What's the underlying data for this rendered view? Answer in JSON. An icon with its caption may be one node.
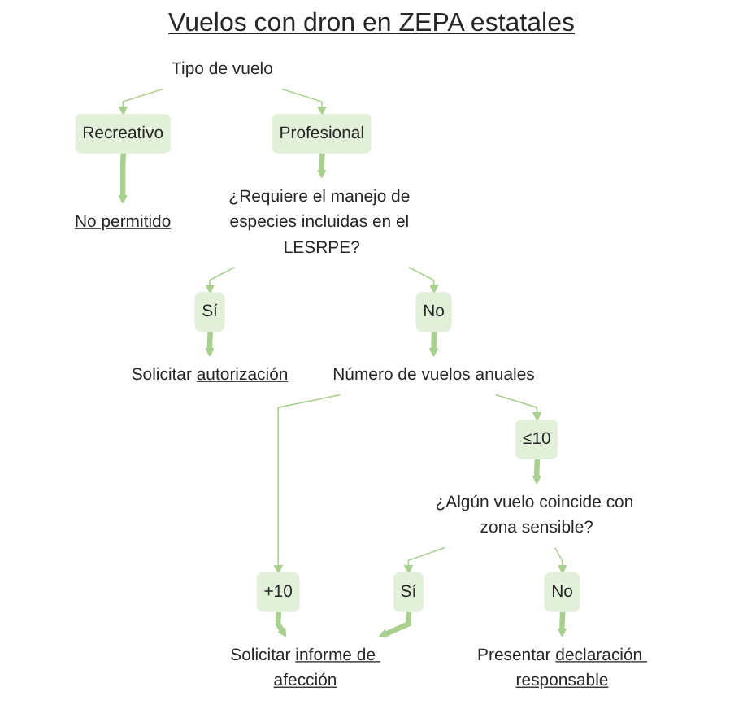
{
  "diagram": {
    "title": "Vuelos con dron en ZEPA estatales",
    "nodes": [
      {
        "text": [
          "Tipo de vuelo"
        ]
      },
      {
        "text": [
          "Recreativo"
        ]
      },
      {
        "text": [
          "No permitido"
        ]
      },
      {
        "text": [
          "Profesional"
        ]
      },
      {
        "text": [
          "¿Requiere el manejo de especies incluidas en el LESRPE?"
        ]
      },
      {
        "text": [
          "No"
        ]
      },
      {
        "text": [
          "Sí"
        ]
      },
      {
        "text": [
          "Solicitar autorización"
        ]
      },
      {
        "text": [
          "Número de vuelos anuales"
        ]
      },
      {
        "text": [
          "≤10"
        ]
      },
      {
        "text": [
          "+10"
        ]
      },
      {
        "text": [
          "Solicitar informe de afección"
        ]
      },
      {
        "text": [
          "¿Algún vuelo coincide con zona sensible?"
        ]
      },
      {
        "text": [
          "Sí"
        ]
      },
      {
        "text": [
          "No"
        ]
      },
      {
        "text": [
          "Presentar declaración responsable"
        ]
      }
    ],
    "edges": [
      {
        "from": 0,
        "to": 1,
        "arrow": "to"
      },
      {
        "from": 0,
        "to": 3,
        "arrow": "to"
      },
      {
        "from": 1,
        "to": 2,
        "arrow": "to",
        "style": "thick"
      },
      {
        "from": 3,
        "to": 4,
        "arrow": "to",
        "style": "thick"
      },
      {
        "from": 4,
        "to": 5,
        "arrow": "to"
      },
      {
        "from": 4,
        "to": 6,
        "arrow": "to"
      },
      {
        "from": 6,
        "to": 7,
        "arrow": "to",
        "style": "thick"
      },
      {
        "from": 5,
        "to": 8,
        "arrow": "to",
        "style": "thick"
      },
      {
        "from": 8,
        "to": 9,
        "arrow": "to"
      },
      {
        "from": 8,
        "to": 10,
        "arrow": "to"
      },
      {
        "from": 10,
        "to": 11,
        "arrow": "to",
        "style": "thick"
      },
      {
        "from": 9,
        "to": 12,
        "arrow": "to",
        "style": "thick"
      },
      {
        "from": 12,
        "to": 13,
        "arrow": "to"
      },
      {
        "from": 12,
        "to": 14,
        "arrow": "to"
      },
      {
        "from": 13,
        "to": 11,
        "arrow": "to",
        "style": "thick"
      },
      {
        "from": 14,
        "to": 15,
        "arrow": "to",
        "style": "thick"
      }
    ]
  }
}
